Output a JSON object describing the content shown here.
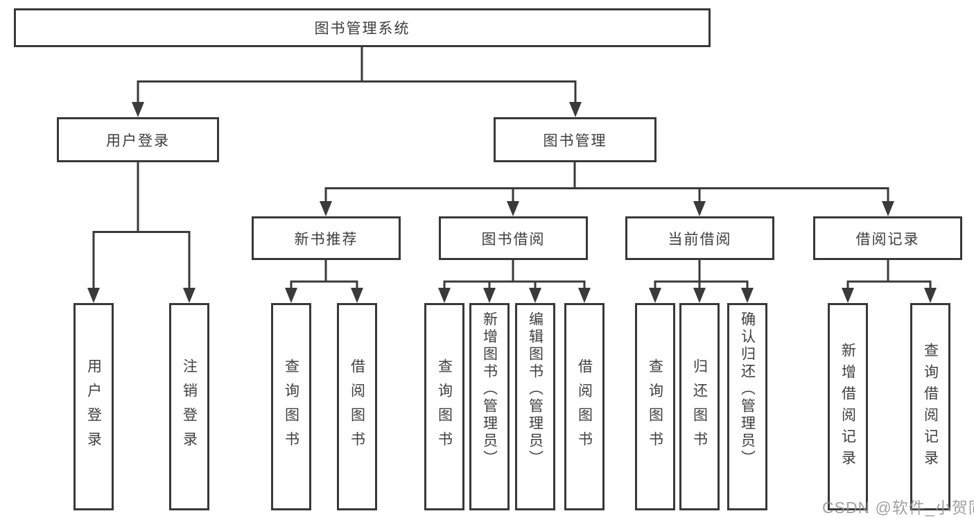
{
  "title": "图书管理系统",
  "tree": {
    "label": "图书管理系统",
    "children": [
      {
        "label": "用户登录",
        "children": [
          {
            "label": "用户登录"
          },
          {
            "label": "注销登录"
          }
        ]
      },
      {
        "label": "图书管理",
        "children": [
          {
            "label": "新书推荐",
            "children": [
              {
                "label": "查询图书"
              },
              {
                "label": "借阅图书"
              }
            ]
          },
          {
            "label": "图书借阅",
            "children": [
              {
                "label": "查询图书"
              },
              {
                "label": "新增图书（管理员）"
              },
              {
                "label": "编辑图书（管理员）"
              },
              {
                "label": "借阅图书"
              }
            ]
          },
          {
            "label": "当前借阅",
            "children": [
              {
                "label": "查询图书"
              },
              {
                "label": "归还图书"
              },
              {
                "label": "确认归还（管理员）"
              }
            ]
          },
          {
            "label": "借阅记录",
            "children": [
              {
                "label": "新增借阅记录"
              },
              {
                "label": "查询借阅记录"
              }
            ]
          }
        ]
      }
    ]
  },
  "watermark": "CSDN @软件_小贺同学",
  "colors": {
    "line": "#3a3a3a",
    "text": "#3d3d3d",
    "watermark": "#a0a0a0",
    "background": "#ffffff"
  }
}
